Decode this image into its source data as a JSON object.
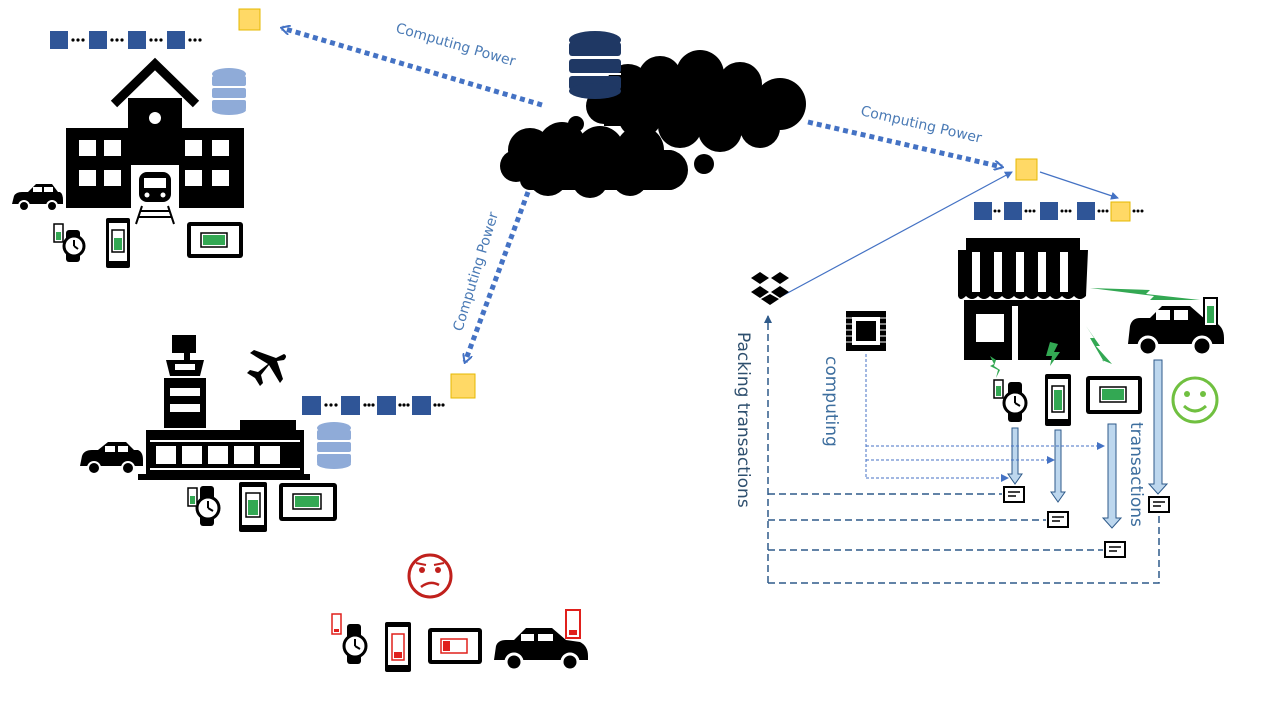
{
  "labels": {
    "computing_power_top": "Computing Power",
    "computing_power_right": "Computing Power",
    "computing_power_mid": "Computing Power",
    "computing": "computing",
    "packing_transactions": "Packing transactions",
    "transactions": "transactions"
  },
  "colors": {
    "block_blue": "#2f5597",
    "block_yellow": "#ffd966",
    "arrow_blue": "#4472c4",
    "guide_blue": "#2e5a8a",
    "battery_green": "#33a853",
    "battery_red": "#e0201c",
    "happy_green": "#70c040",
    "sad_red": "#c0201c",
    "db_blue": "#8fabd8",
    "db_dark": "#1f3864",
    "icon_black": "#000000"
  },
  "icons": [
    "cloud-icon",
    "database-icon",
    "school-icon",
    "train-icon",
    "car-icon",
    "watch-icon",
    "phone-icon",
    "tablet-icon",
    "airport-icon",
    "airplane-icon",
    "shop-icon",
    "chip-icon",
    "box-icon",
    "envelope-icon",
    "lightning-icon",
    "happy-face-icon",
    "sad-face-icon",
    "battery-icon"
  ]
}
